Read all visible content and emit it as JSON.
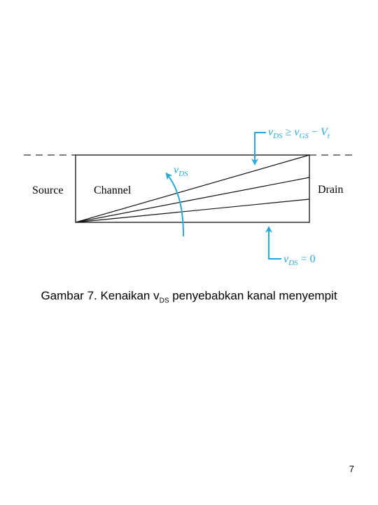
{
  "diagram": {
    "labels": {
      "source": "Source",
      "channel": "Channel",
      "drain": "Drain"
    },
    "annotations": {
      "vds_arrow": {
        "v": "v",
        "sub": "DS"
      },
      "top_condition": {
        "v1": "v",
        "sub1": "DS",
        "op": " ≥ ",
        "v2": "v",
        "sub2": "GS",
        "minus": " − ",
        "v3": "V",
        "sub3": "t"
      },
      "bottom_condition": {
        "v": "v",
        "sub": "DS",
        "eq": " = 0"
      }
    },
    "colors": {
      "accent": "#2aa8d8",
      "line": "#111111",
      "dashes": "#333333"
    }
  },
  "caption": {
    "prefix": "Gambar 7. Kenaikan v",
    "sub": "DS",
    "suffix": " penyebabkan kanal menyempit"
  },
  "page_number": "7"
}
